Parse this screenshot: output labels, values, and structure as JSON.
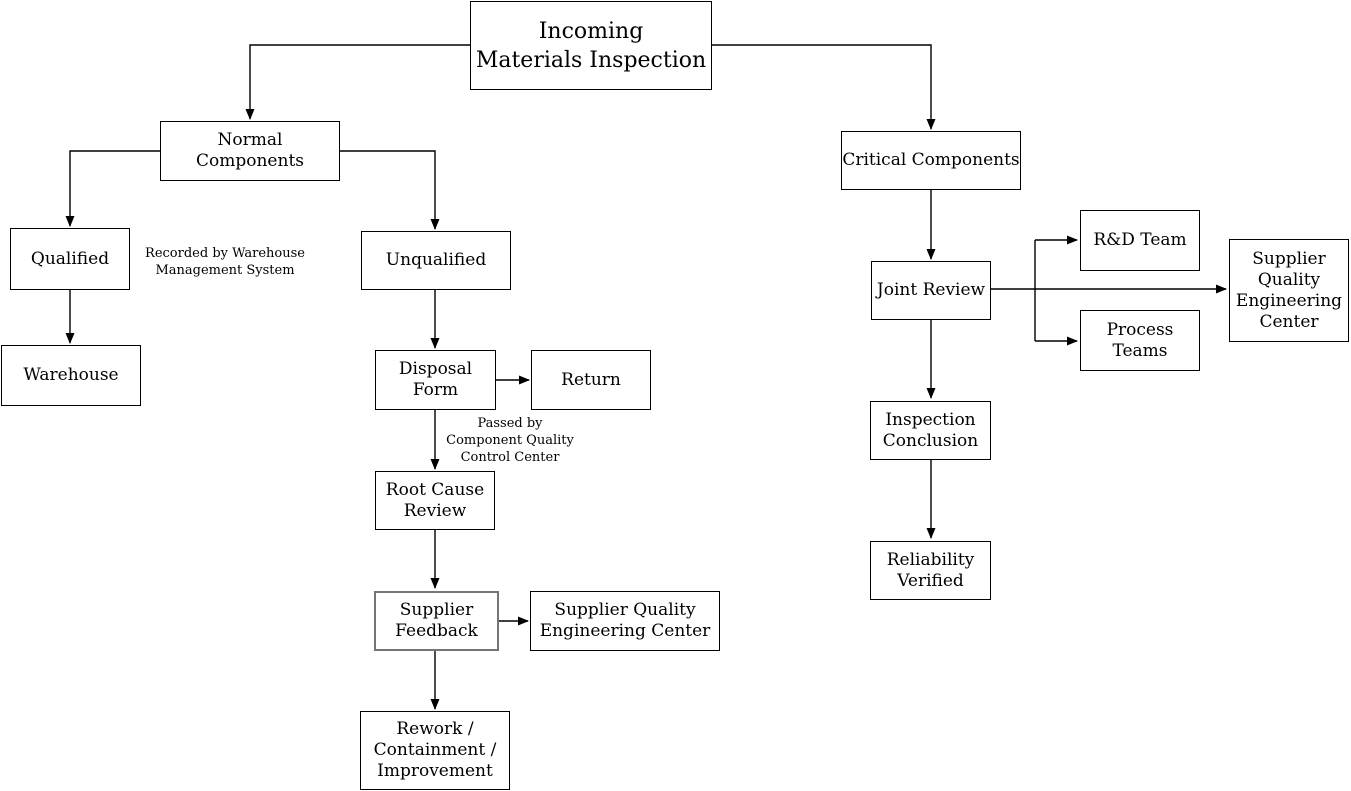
{
  "diagram": {
    "nodes": {
      "incoming": {
        "label": "Incoming\nMaterials Inspection"
      },
      "normal_components": {
        "label": "Normal Components"
      },
      "critical_components": {
        "label": "Critical Components"
      },
      "qualified": {
        "label": "Qualified"
      },
      "unqualified": {
        "label": "Unqualified"
      },
      "warehouse": {
        "label": "Warehouse"
      },
      "disposal_form": {
        "label": "Disposal\nForm"
      },
      "return": {
        "label": "Return"
      },
      "root_cause_review": {
        "label": "Root Cause\nReview"
      },
      "supplier_feedback": {
        "label": "Supplier\nFeedback"
      },
      "supplier_quality_engineering_center_left": {
        "label": "Supplier Quality\nEngineering Center"
      },
      "rework_containment_improvement": {
        "label": "Rework /\nContainment /\nImprovement"
      },
      "joint_review": {
        "label": "Joint Review"
      },
      "rd_team": {
        "label": "R&D Team"
      },
      "process_teams": {
        "label": "Process\nTeams"
      },
      "supplier_quality_engineering_center_right": {
        "label": "Supplier\nQuality\nEngineering\nCenter"
      },
      "inspection_conclusion": {
        "label": "Inspection\nConclusion"
      },
      "reliability_verified": {
        "label": "Reliability\nVerified"
      }
    },
    "annotations": {
      "recorded_by": "Recorded by Warehouse\nManagement System",
      "passed_by": "Passed by\nComponent Quality\nControl Center"
    },
    "colors": {
      "background": "#ffffff",
      "node_fill": "#ffffff",
      "node_border": "#000000",
      "highlight_border": "#757575",
      "text": "#000000",
      "connector": "#000000"
    }
  }
}
